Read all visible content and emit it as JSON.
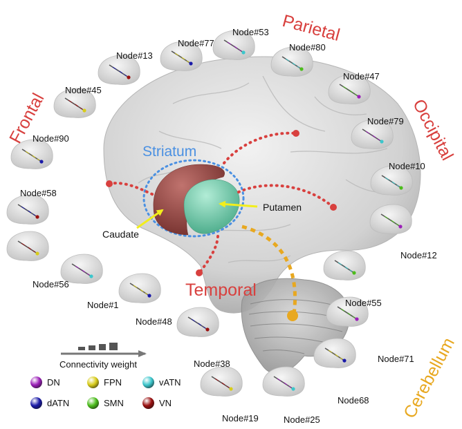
{
  "regions": {
    "frontal": "Frontal",
    "parietal": "Parietal",
    "occipital": "Occipital",
    "temporal": "Temporal",
    "cerebellum": "Cerebellum"
  },
  "structures": {
    "striatum": "Striatum",
    "caudate": "Caudate",
    "putamen": "Putamen"
  },
  "nodes": [
    "Node#53",
    "Node#77",
    "Node#80",
    "Node#13",
    "Node#47",
    "Node#45",
    "Node#79",
    "Node#90",
    "Node#10",
    "Node#58",
    "Node#12",
    "Node#56",
    "Node#1",
    "Node#48",
    "Node#55",
    "Node#38",
    "Node#71",
    "Node#19",
    "Node#25",
    "Node68"
  ],
  "legend": {
    "weight_label": "Connectivity weight",
    "networks": [
      {
        "name": "DN",
        "color": "#9b1fb8"
      },
      {
        "name": "FPN",
        "color": "#d8cc1a"
      },
      {
        "name": "vATN",
        "color": "#3cc6cc"
      },
      {
        "name": "dATN",
        "color": "#1a1aa8"
      },
      {
        "name": "SMN",
        "color": "#4cbd1c"
      },
      {
        "name": "VN",
        "color": "#9a1010"
      }
    ]
  },
  "colors": {
    "lobe_text": "#d8403e",
    "striatum_outline": "#4a90e2",
    "cerebellum_link": "#e8a820",
    "arrow": "#f2ee1c",
    "caudate": "#a0524e",
    "putamen": "#7fd3b4"
  }
}
